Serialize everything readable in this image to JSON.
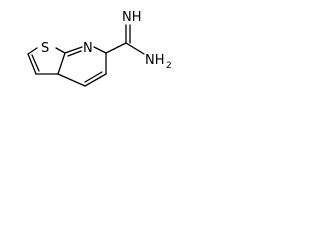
{
  "molecule": {
    "atoms": {
      "sulfur": "S",
      "ring_nitrogen": "N",
      "imine": "NH",
      "amine": "NH",
      "amine_subscript": "2"
    }
  }
}
